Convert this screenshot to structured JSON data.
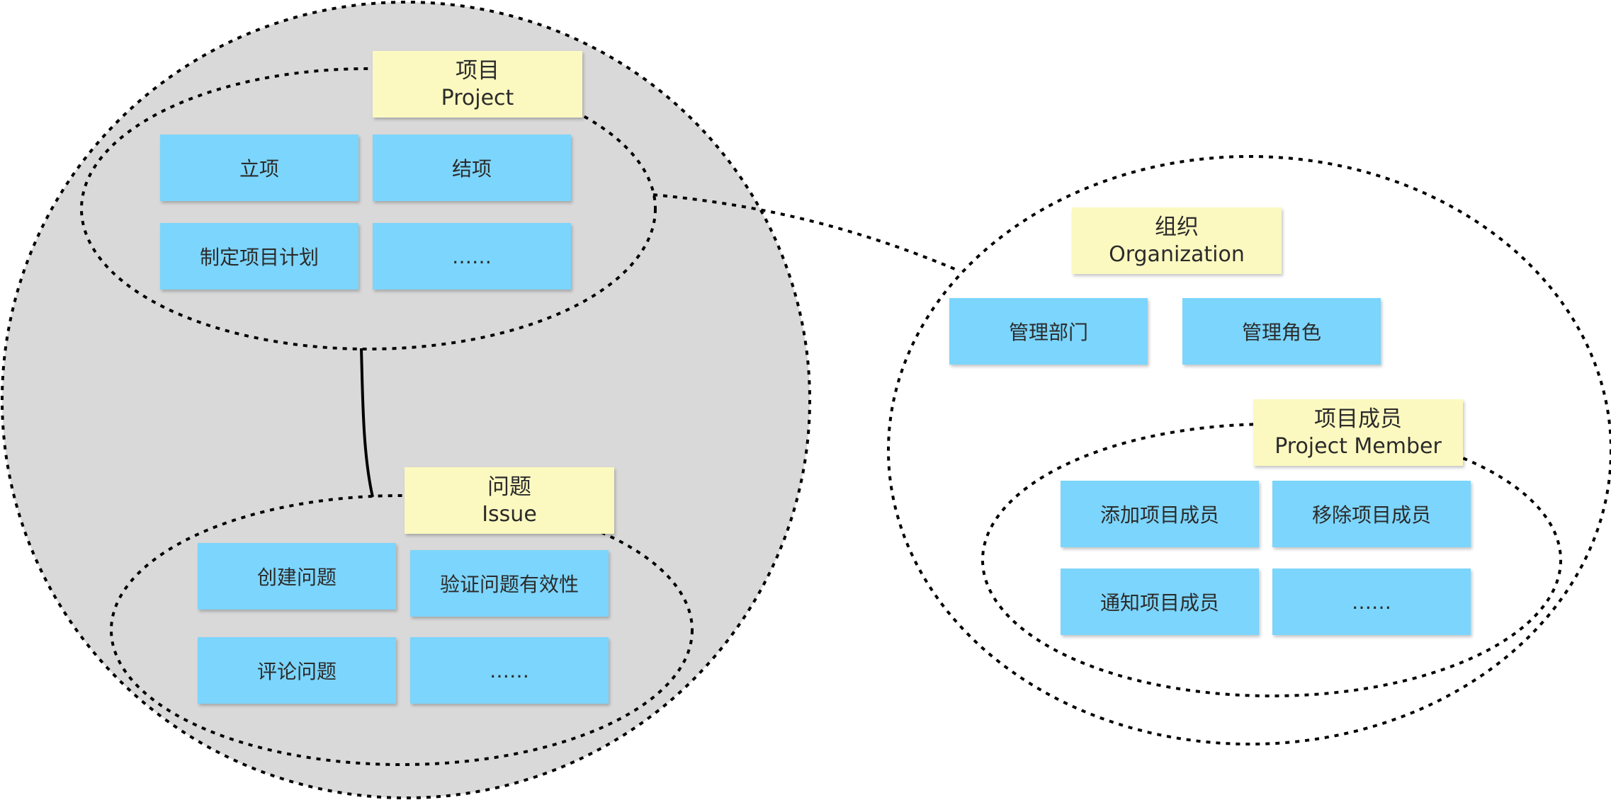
{
  "colors": {
    "domain_fill": "#d9d9d9",
    "entity_note": "#fcf9c0",
    "action_note": "#7cd5fc",
    "boundary_stroke": "#000000"
  },
  "project": {
    "title_zh": "项目",
    "title_en": "Project",
    "actions": [
      "立项",
      "结项",
      "制定项目计划",
      "……"
    ]
  },
  "issue": {
    "title_zh": "问题",
    "title_en": "Issue",
    "actions": [
      "创建问题",
      "验证问题有效性",
      "评论问题",
      "……"
    ]
  },
  "organization": {
    "title_zh": "组织",
    "title_en": "Organization",
    "actions": [
      "管理部门",
      "管理角色"
    ]
  },
  "project_member": {
    "title_zh": "项目成员",
    "title_en": "Project Member",
    "actions": [
      "添加项目成员",
      "移除项目成员",
      "通知项目成员",
      "……"
    ]
  }
}
